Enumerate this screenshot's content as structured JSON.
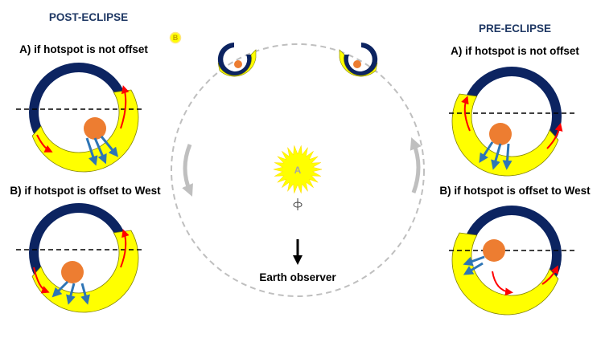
{
  "left": {
    "title": "POST-ECLIPSE",
    "case_a": "A) if hotspot is not offset",
    "case_b": "B) if hotspot is offset to West"
  },
  "right": {
    "title": "PRE-ECLIPSE",
    "case_a": "A) if hotspot is not offset",
    "case_b": "B) if hotspot is offset to West"
  },
  "center": {
    "star_label": "A",
    "companion_label": "B",
    "observer_label": "Earth observer"
  },
  "colors": {
    "night_side": "#0c2461",
    "day_side": "#ffff00",
    "hotspot": "#ed7d31",
    "flux_arrow": "#2e75b6",
    "rotation_arrow": "#ff0000",
    "orbit": "#bfbfbf"
  }
}
